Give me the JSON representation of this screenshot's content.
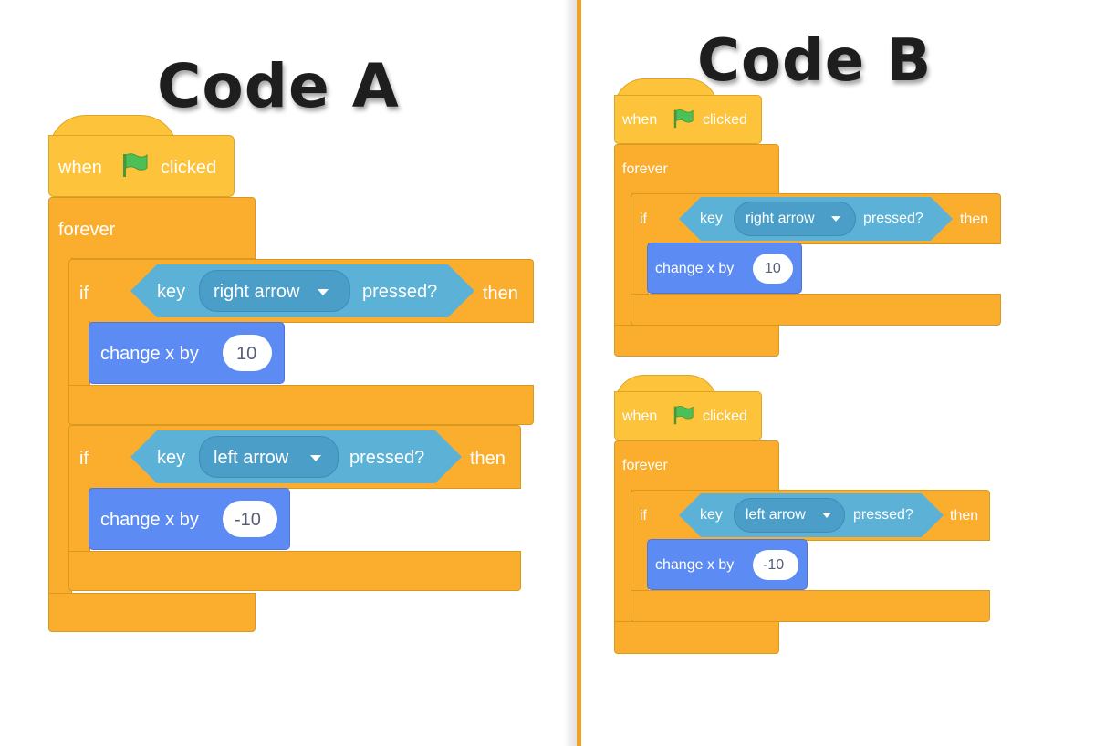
{
  "titles": {
    "a": "Code A",
    "b": "Code B"
  },
  "blocks": {
    "when_label": "when",
    "clicked_label": "clicked",
    "forever_label": "forever",
    "if_label": "if",
    "key_label": "key",
    "pressed_label": "pressed?",
    "then_label": "then",
    "change_x_label": "change x by"
  },
  "code_a": {
    "scripts": [
      {
        "event": "when flag clicked",
        "loop": "forever",
        "conditions": [
          {
            "key": "right arrow",
            "change_x": "10"
          },
          {
            "key": "left arrow",
            "change_x": "-10"
          }
        ]
      }
    ]
  },
  "code_b": {
    "scripts": [
      {
        "event": "when flag clicked",
        "loop": "forever",
        "conditions": [
          {
            "key": "right arrow",
            "change_x": "10"
          }
        ]
      },
      {
        "event": "when flag clicked",
        "loop": "forever",
        "conditions": [
          {
            "key": "left arrow",
            "change_x": "-10"
          }
        ]
      }
    ]
  },
  "colors": {
    "event": "#fdc33a",
    "control": "#fbad2e",
    "motion": "#5d8bf4",
    "sensing": "#5cb1d6",
    "sensing_dropdown": "#4a9ec8",
    "flag": "#4cbf56",
    "divider": "#f1a221"
  },
  "icons": {
    "flag": "green-flag-icon",
    "dropdown": "caret-down-icon"
  }
}
